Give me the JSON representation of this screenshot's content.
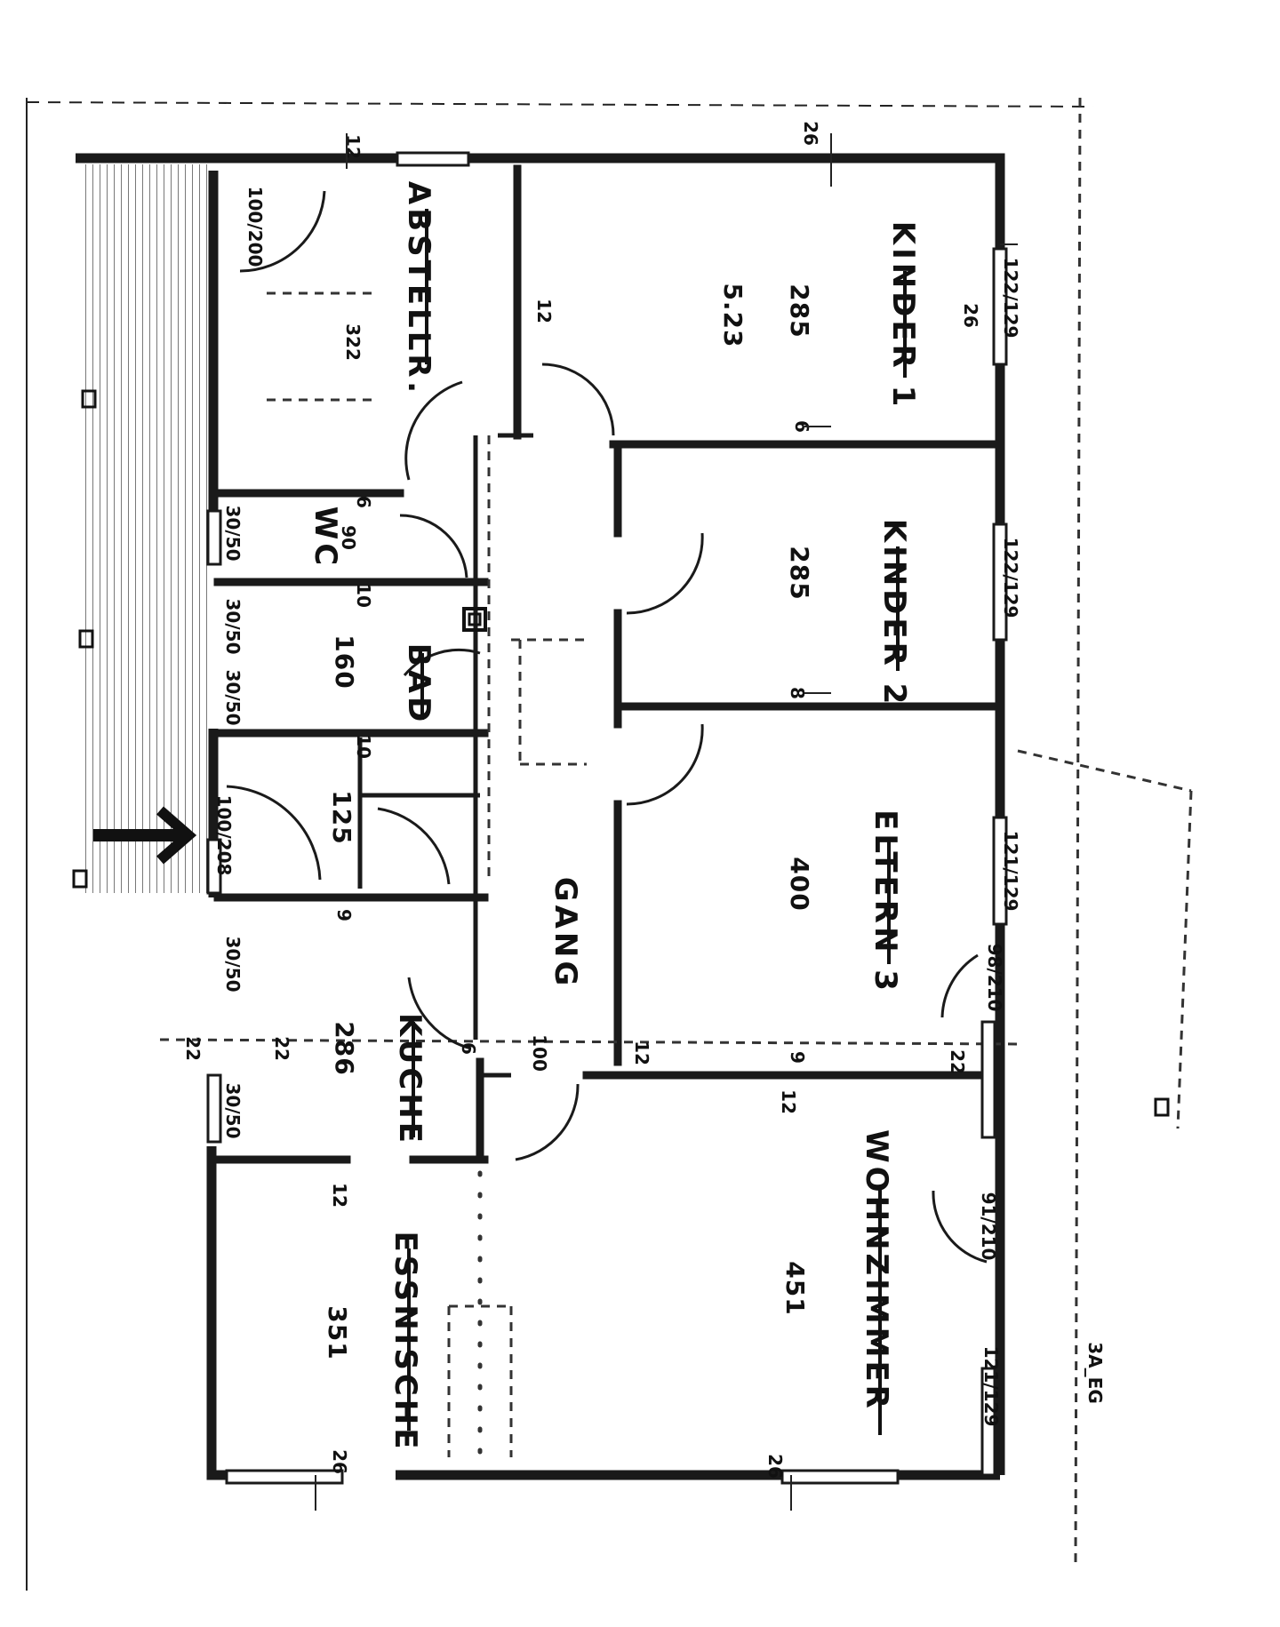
{
  "rooms": {
    "kinder1": {
      "name": "KINDER 1",
      "area": "5.23",
      "height": "285"
    },
    "kinder2": {
      "name": "KINDER 2",
      "height": "285"
    },
    "eltern3": {
      "name": "ELTERN 3",
      "height": "400"
    },
    "wohnzimmer": {
      "name": "WOHNZIMMER",
      "height": "451"
    },
    "essnische": {
      "name": "ESSNISCHE",
      "height": "351"
    },
    "kuche": {
      "name": "KUCHE",
      "height": "286"
    },
    "gang": {
      "name": "GANG"
    },
    "bad": {
      "name": "BAD",
      "height": "160"
    },
    "wc": {
      "name": "WC",
      "dim": "90"
    },
    "abstellr": {
      "name": "ABSTELLR.",
      "dim": "322"
    },
    "flur_small": {
      "height": "125"
    }
  },
  "dimensions": {
    "d_top_12": "12",
    "d_top_26": "26",
    "d_k1_12": "12",
    "d_k1_26": "26",
    "d_k1_window": "122/129",
    "d_k2_6": "6",
    "d_k2_window": "122/129",
    "d_k2_8": "8",
    "d_el_window": "121/129",
    "d_el_door": "98/210",
    "d_wc_6": "6",
    "d_bad_10": "10",
    "d_flur_10": "10",
    "d_flur_9": "9",
    "d_ku_6": "6",
    "d_ku_100": "100",
    "d_ku_12": "12",
    "d_ku_22": "22",
    "d_gang_12": "12",
    "d_wz_12": "12",
    "d_wz_9": "9",
    "d_wz_22": "22",
    "d_wz_door": "91/210",
    "d_wz_window": "121/129",
    "d_es_12": "12",
    "d_es_26": "26",
    "d_wz_26": "26",
    "d_entry": "100/208",
    "d_win_a": "100/200",
    "d_win_b": "30/50",
    "d_win_c": "30/50",
    "d_win_d": "30/50",
    "d_win_e": "30/50",
    "d_win_f": "30/50",
    "d_ku_side": "22",
    "stamp": "3A_EG"
  },
  "colors": {
    "line": "#1a1a1a",
    "paper": "#ffffff"
  }
}
